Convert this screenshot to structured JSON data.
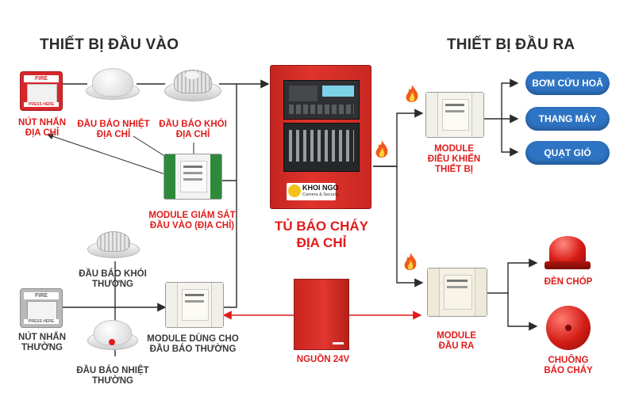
{
  "input_section_title": "THIẾT BỊ ĐẦU VÀO",
  "output_section_title": "THIẾT BỊ ĐẦU RA",
  "devices": {
    "call_point_address": "NÚT NHẤN\nĐỊA CHỈ",
    "heat_detector_address": "ĐẦU BÁO NHIỆT\nĐỊA CHỈ",
    "smoke_detector_address": "ĐẦU BÁO KHÓI\nĐỊA CHỈ",
    "monitor_module": "MODULE GIÁM SÁT\nĐẦU VÀO (ĐỊA CHỈ)",
    "smoke_detector_conventional": "ĐẦU BÁO KHÓI\nTHƯỜNG",
    "call_point_conventional": "NÚT NHẤN\nTHƯỜNG",
    "conventional_module": "MODULE DÙNG CHO\nĐẦU BÁO THƯỜNG",
    "heat_detector_conventional": "ĐẦU BÁO NHIỆT\nTHƯỜNG",
    "panel": "TỦ BÁO CHÁY\nĐỊA CHỈ",
    "power_supply": "NGUỒN 24V",
    "control_module": "MODULE\nĐIỀU KHIỂN\nTHIẾT BỊ",
    "output_module": "MODULE\nĐẦU RA",
    "strobe": "ĐÈN CHÓP",
    "bell": "CHUÔNG\nBÁO CHÁY"
  },
  "outputs": [
    "BƠM CỨU HOẢ",
    "THANG MÁY",
    "QUẠT GIÓ"
  ],
  "logo": {
    "brand": "KHOI NGO",
    "tagline": "Camera & Security"
  },
  "device_text": {
    "fire_sign": "FIRE",
    "press_here": "PRESS HERE"
  },
  "colors": {
    "accent_red": "#e01b1b",
    "panel_red": "#d42a25",
    "pill_blue": "#2e74c4",
    "line_dark": "#2b2b2b"
  }
}
